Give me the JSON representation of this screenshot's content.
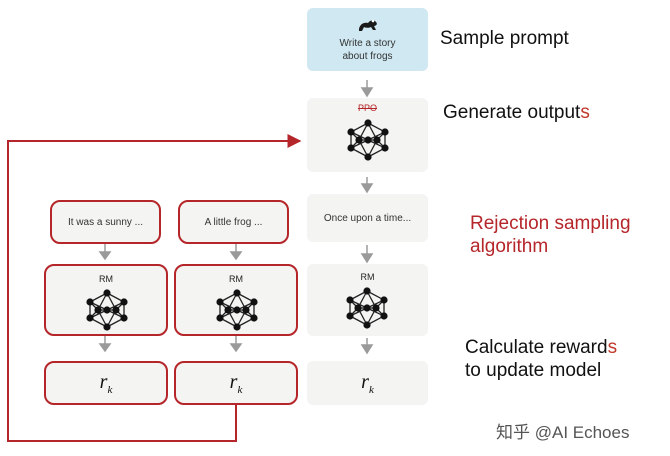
{
  "prompt_box": {
    "line1": "Write a story",
    "line2": "about frogs"
  },
  "generate_box": {
    "struck_label": "PPO"
  },
  "outputs": {
    "left": "It was a sunny ...",
    "middle": "A little frog ...",
    "right": "Once upon a time..."
  },
  "rm_label": "RM",
  "reward": {
    "symbol": "r",
    "subscript": "k"
  },
  "steps": {
    "sample": "Sample prompt",
    "generate_main": "Generate output",
    "generate_accent": "s",
    "rejection_line1": "Rejection sampling",
    "rejection_line2": "algorithm",
    "calc_line1_main": "Calculate reward",
    "calc_line1_accent": "s",
    "calc_line2": "to update model"
  },
  "watermark": "知乎 @AI Echoes",
  "colors": {
    "red": "#b5262a",
    "prompt_bg": "#cfe8f1",
    "card_bg": "#f4f4f2",
    "arrow": "#9a9a9a"
  }
}
